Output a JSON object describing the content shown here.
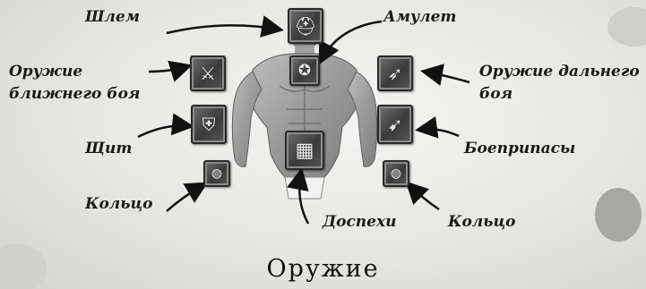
{
  "labels": {
    "helmet": "Шлем",
    "amulet": "Амулет",
    "melee_line1": "Оружие",
    "melee_line2": "ближнего боя",
    "ranged_line1": "Оружие дальнего",
    "ranged_line2": "боя",
    "shield": "Щит",
    "ammo": "Боеприпасы",
    "ring_left": "Кольцо",
    "armor": "Доспехи",
    "ring_right": "Кольцо"
  },
  "caption": "Оружие",
  "icons": {
    "helmet": "helmet-icon",
    "amulet": "amulet-icon",
    "melee": "sword-icon",
    "ranged": "bow-icon",
    "shield": "shield-icon",
    "ammo": "arrow-icon",
    "ring_left": "ring-icon",
    "ring_right": "ring-icon",
    "armor": "armor-icon"
  },
  "colors": {
    "text": "#1a1a1a",
    "slot_frame": "#2a2a2a",
    "slot_fill": "#4a4a4a",
    "paper": "#e8e8e5"
  }
}
